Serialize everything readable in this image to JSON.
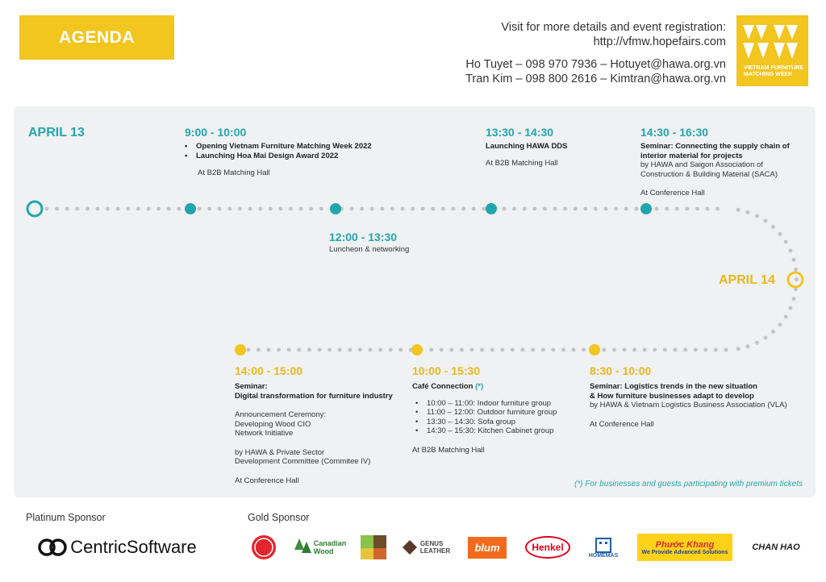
{
  "header": {
    "title": "AGENDA",
    "visit_line": "Visit for more details and event registration:",
    "url": "http://vfmw.hopefairs.com",
    "contact_1": "Ho Tuyet – 098 970 7936 – Hotuyet@hawa.org.vn",
    "contact_2": "Tran Kim – 098 800 2616 – Kimtran@hawa.org.vn",
    "logo_line1": "VIETNAM FURNITURE",
    "logo_line2": "MATCHING WEEK"
  },
  "colors": {
    "teal": "#22a6ae",
    "gold": "#f2c51f",
    "panel": "#f0f1f2"
  },
  "day1": {
    "date": "APRIL 13",
    "events": [
      {
        "time": "9:00 - 10:00",
        "bullets": [
          "Opening Vietnam Furniture Matching Week 2022",
          "Launching Hoa Mai Design Award 2022"
        ],
        "location": "At B2B Matching Hall"
      },
      {
        "time": "12:00 - 13:30",
        "desc": "Luncheon & networking"
      },
      {
        "time": "13:30 - 14:30",
        "title": "Launching HAWA DDS",
        "location": "At B2B Matching Hall"
      },
      {
        "time": "14:30 - 16:30",
        "title_1": "Seminar: Connecting the supply chain of",
        "title_2": "interior material for projects",
        "by_1": "by HAWA and Saigon Association of",
        "by_2": "Construction & Building Material (SACA)",
        "location": "At Conference Hall"
      }
    ]
  },
  "day2": {
    "date": "APRIL 14",
    "events": [
      {
        "time": "8:30 - 10:00",
        "title_1": "Seminar: Logistics trends in the new situation",
        "title_2": "& How furniture businesses adapt to develop",
        "by": "by HAWA & Vietnam Logistics Business Association (VLA)",
        "location": "At Conference Hall"
      },
      {
        "time": "10:00 - 15:30",
        "title": "Café Connection",
        "marker": "(*)",
        "bullets": [
          "10:00 – 11:00: Indoor furniture group",
          "11:00 – 12:00: Outdoor furniture group",
          "13:30 – 14:30: Sofa group",
          "14:30 – 15:30: Kitchen Cabinet group"
        ],
        "location": "At B2B Matching Hall"
      },
      {
        "time": "14:00 - 15:00",
        "title_1": "Seminar:",
        "title_2": "Digital transformation for furniture industry",
        "ann_1": "Announcement Ceremony:",
        "ann_2": "Developing Wood CIO",
        "ann_3": "Network Initiative",
        "by_1": "by HAWA & Private Sector",
        "by_2": "Development Committee (Commitee IV)",
        "location": "At Conference Hall"
      }
    ]
  },
  "footnote": "(*) For businesses and guests participating with premium tickets",
  "sponsors": {
    "platinum_label": "Platinum Sponsor",
    "gold_label": "Gold Sponsor",
    "centric": "CentricSoftware",
    "canadian_1": "Canadian",
    "canadian_2": "Wood",
    "genus_1": "GENUS",
    "genus_2": "LEATHER",
    "blum": "blum",
    "henkel": "Henkel",
    "homemas": "HOMEMAS",
    "phuockhang": "Phước Khang",
    "phuockhang_tag": "We Provide Advanced Solutions",
    "chanhao": "CHAN HAO"
  }
}
